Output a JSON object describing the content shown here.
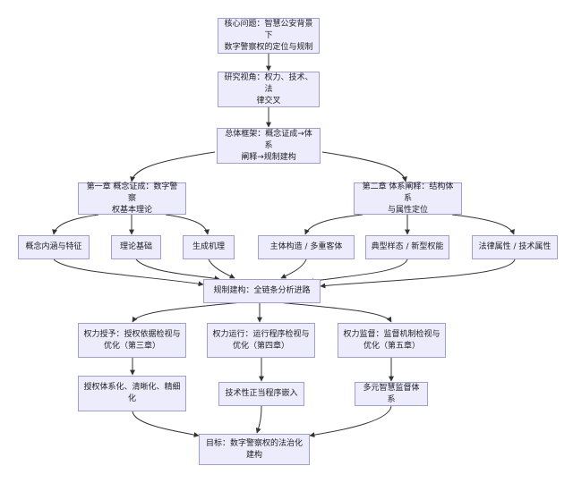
{
  "nodes": {
    "core": "核心问题：智慧公安背景下\n数字警察权的定位与规制",
    "perspective": "研究视角：权力、技术、法\n律交叉",
    "framework": "总体框架：概念证成→体系\n阐释→规制建构",
    "chapter1": "第一章 概念证成：数字警察\n权基本理论",
    "chapter2": "第二章 体系阐释：结构体系\n与属性定位",
    "concept_features": "概念内涵与特征",
    "theory_basis": "理论基础",
    "generation": "生成机理",
    "subject_structure": "主体构造 / 多重客体",
    "typical_form": "典型样态 / 新型权能",
    "attributes": "法律属性 / 技术属性",
    "regulation": "规制建构：全链条分析进路",
    "grant": "权力授予：授权依据检视与\n优化（第三章）",
    "operation": "权力运行：运行程序检视与\n优化（第四章）",
    "supervision": "权力监督：监督机制检视与\n优化（第五章）",
    "grant_sub": "授权体系化、清晰化、精细\n化",
    "operation_sub": "技术性正当程序嵌入",
    "supervision_sub": "多元智慧监督体系",
    "goal": "目标：数字警察权的法治化\n建构"
  }
}
